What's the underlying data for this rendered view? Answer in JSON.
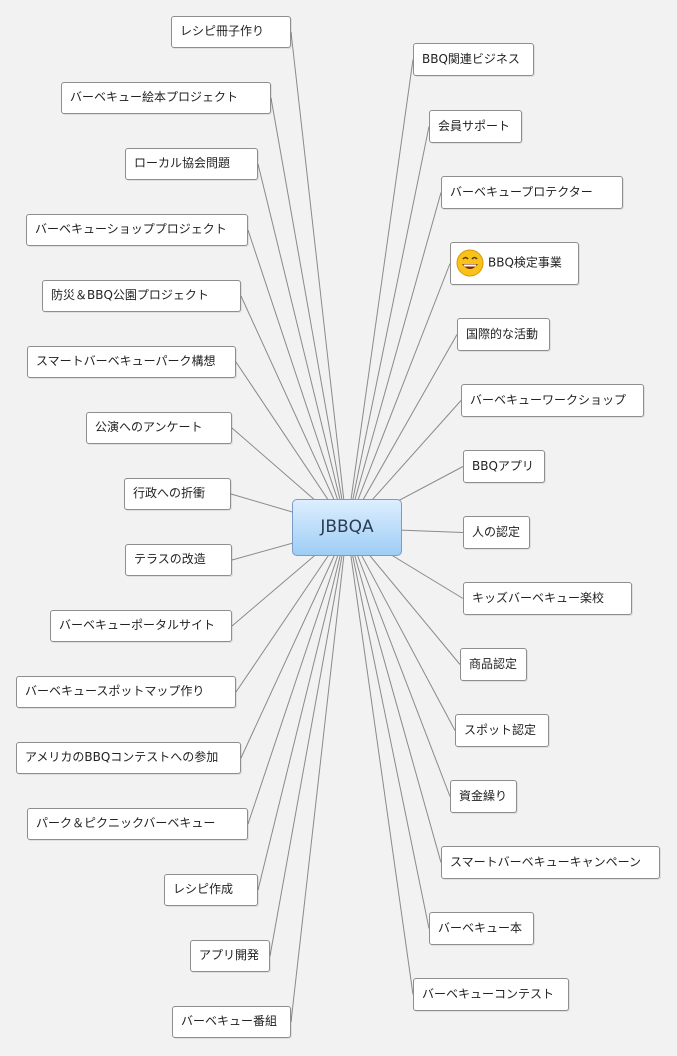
{
  "central": {
    "label": "JBBQA"
  },
  "left_topics": [
    "レシピ冊子作り",
    "バーベキュー絵本プロジェクト",
    "ローカル協会問題",
    "バーベキューショッププロジェクト",
    "防災＆BBQ公園プロジェクト",
    "スマートバーベキューパーク構想",
    "公演へのアンケート",
    "行政への折衝",
    "テラスの改造",
    "バーベキューポータルサイト",
    "バーベキュースポットマップ作り",
    "アメリカのBBQコンテストへの参加",
    "パーク＆ピクニックバーベキュー",
    "レシピ作成",
    "アプリ開発",
    "バーベキュー番組"
  ],
  "right_topics": [
    "BBQ関連ビジネス",
    "会員サポート",
    "バーベキュープロテクター",
    "BBQ検定事業",
    "国際的な活動",
    "バーベキューワークショップ",
    "BBQアプリ",
    "人の認定",
    "キッズバーベキュー楽校",
    "商品認定",
    "スポット認定",
    "資金繰り",
    "スマートバーベキューキャンペーン",
    "バーベキュー本",
    "バーベキューコンテスト"
  ],
  "colors": {
    "background": "#f2f2f2",
    "line": "#8a8a8a",
    "central_top": "#ddeeff",
    "central_bottom": "#9ecdf5",
    "topic_border": "#8e8e8e"
  },
  "icons": {
    "bbq_kentei": "grinning-face-icon"
  }
}
